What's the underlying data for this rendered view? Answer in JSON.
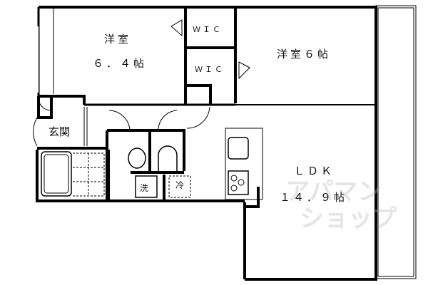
{
  "rooms": {
    "western_room_a": {
      "name": "洋室",
      "size": "６．４帖"
    },
    "wic_a": {
      "name": "ＷＩＣ"
    },
    "wic_b": {
      "name": "ＷＩＣ"
    },
    "western_room_b": {
      "name": "洋室６帖"
    },
    "entrance": {
      "name": "玄関"
    },
    "washer": {
      "name": "洗"
    },
    "fridge": {
      "name": "冷"
    },
    "ldk": {
      "name": "ＬＤＫ",
      "size": "１４．９帖"
    }
  },
  "watermark": {
    "line1": "アパマン",
    "line2": "ショップ"
  },
  "colors": {
    "wall": "#000000",
    "background": "#ffffff",
    "watermark": "#c8c8c8"
  }
}
